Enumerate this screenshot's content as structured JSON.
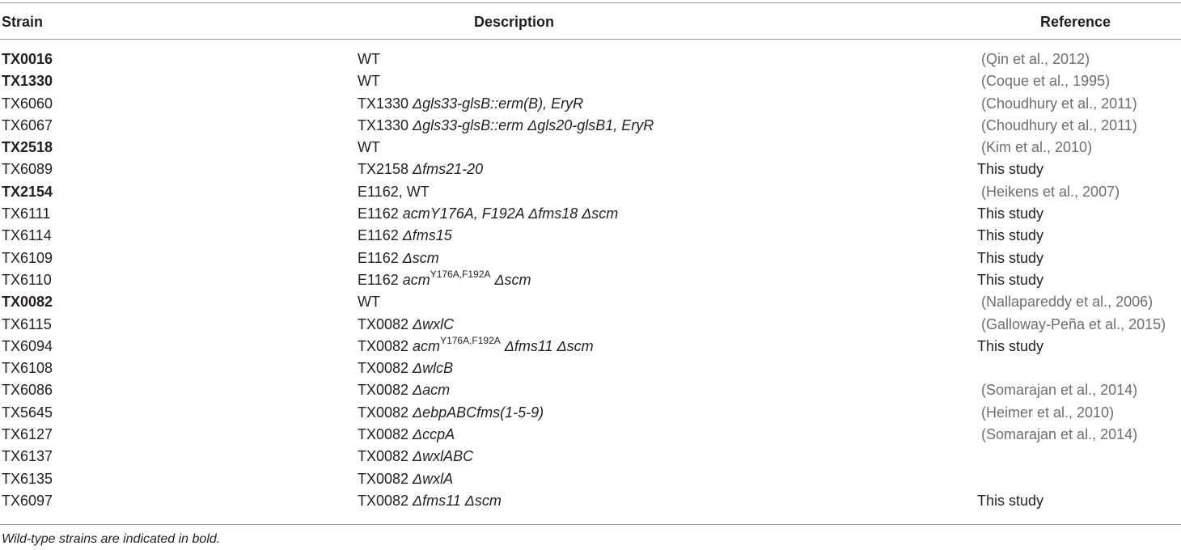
{
  "table": {
    "headers": {
      "strain": "Strain",
      "description": "Description",
      "reference": "Reference"
    },
    "rows": [
      {
        "strain": "TX0016",
        "bold": true,
        "desc_plain": "WT",
        "desc_italic": "",
        "desc_sup": "",
        "desc_italic2": "",
        "ref": "(Qin et al., 2012)",
        "ref_cite": true
      },
      {
        "strain": "TX1330",
        "bold": true,
        "desc_plain": "WT",
        "desc_italic": "",
        "desc_sup": "",
        "desc_italic2": "",
        "ref": "(Coque et al., 1995)",
        "ref_cite": true
      },
      {
        "strain": "TX6060",
        "bold": false,
        "desc_plain": "TX1330 ",
        "desc_italic": "Δgls33-glsB::erm(B), EryR",
        "desc_sup": "",
        "desc_italic2": "",
        "ref": "(Choudhury et al., 2011)",
        "ref_cite": true
      },
      {
        "strain": "TX6067",
        "bold": false,
        "desc_plain": "TX1330 ",
        "desc_italic": "Δgls33-glsB::erm Δgls20-glsB1, EryR",
        "desc_sup": "",
        "desc_italic2": "",
        "ref": "(Choudhury et al., 2011)",
        "ref_cite": true
      },
      {
        "strain": "TX2518",
        "bold": true,
        "desc_plain": "WT",
        "desc_italic": "",
        "desc_sup": "",
        "desc_italic2": "",
        "ref": "(Kim et al., 2010)",
        "ref_cite": true
      },
      {
        "strain": "TX6089",
        "bold": false,
        "desc_plain": "TX2158 ",
        "desc_italic": "Δfms21-20",
        "desc_sup": "",
        "desc_italic2": "",
        "ref": "This study",
        "ref_cite": false
      },
      {
        "strain": "TX2154",
        "bold": true,
        "desc_plain": "E1162, WT",
        "desc_italic": "",
        "desc_sup": "",
        "desc_italic2": "",
        "ref": "(Heikens et al., 2007)",
        "ref_cite": true
      },
      {
        "strain": "TX6111",
        "bold": false,
        "desc_plain": "E1162 ",
        "desc_italic": "acmY176A, F192A Δfms18 Δscm",
        "desc_sup": "",
        "desc_italic2": "",
        "ref": "This study",
        "ref_cite": false
      },
      {
        "strain": "TX6114",
        "bold": false,
        "desc_plain": "E1162 ",
        "desc_italic": "Δfms15",
        "desc_sup": "",
        "desc_italic2": "",
        "ref": "This study",
        "ref_cite": false
      },
      {
        "strain": "TX6109",
        "bold": false,
        "desc_plain": "E1162 ",
        "desc_italic": "Δscm",
        "desc_sup": "",
        "desc_italic2": "",
        "ref": "This study",
        "ref_cite": false
      },
      {
        "strain": "TX6110",
        "bold": false,
        "desc_plain": "E1162 ",
        "desc_italic": "acm",
        "desc_sup": "Y176A,F192A",
        "desc_italic2": " Δscm",
        "ref": "This study",
        "ref_cite": false
      },
      {
        "strain": "TX0082",
        "bold": true,
        "desc_plain": "WT",
        "desc_italic": "",
        "desc_sup": "",
        "desc_italic2": "",
        "ref": "(Nallapareddy et al., 2006)",
        "ref_cite": true
      },
      {
        "strain": "TX6115",
        "bold": false,
        "desc_plain": "TX0082 ",
        "desc_italic": "ΔwxlC",
        "desc_sup": "",
        "desc_italic2": "",
        "ref": "(Galloway-Peña et al., 2015)",
        "ref_cite": true
      },
      {
        "strain": "TX6094",
        "bold": false,
        "desc_plain": "TX0082 ",
        "desc_italic": "acm",
        "desc_sup": "Y176A,F192A",
        "desc_italic2": " Δfms11 Δscm",
        "ref": "This study",
        "ref_cite": false
      },
      {
        "strain": "TX6108",
        "bold": false,
        "desc_plain": "TX0082 ",
        "desc_italic": "ΔwlcB",
        "desc_sup": "",
        "desc_italic2": "",
        "ref": "",
        "ref_cite": false
      },
      {
        "strain": "TX6086",
        "bold": false,
        "desc_plain": "TX0082 ",
        "desc_italic": "Δacm",
        "desc_sup": "",
        "desc_italic2": "",
        "ref": "(Somarajan et al., 2014)",
        "ref_cite": true
      },
      {
        "strain": "TX5645",
        "bold": false,
        "desc_plain": "TX0082 ",
        "desc_italic": "ΔebpABCfms(1-5-9)",
        "desc_sup": "",
        "desc_italic2": "",
        "ref": "(Heimer et al., 2010)",
        "ref_cite": true
      },
      {
        "strain": "TX6127",
        "bold": false,
        "desc_plain": "TX0082 ",
        "desc_italic": "ΔccpA",
        "desc_sup": "",
        "desc_italic2": "",
        "ref": "(Somarajan et al., 2014)",
        "ref_cite": true
      },
      {
        "strain": "TX6137",
        "bold": false,
        "desc_plain": "TX0082 ",
        "desc_italic": "ΔwxlABC",
        "desc_sup": "",
        "desc_italic2": "",
        "ref": "",
        "ref_cite": false
      },
      {
        "strain": "TX6135",
        "bold": false,
        "desc_plain": "TX0082 ",
        "desc_italic": "ΔwxlA",
        "desc_sup": "",
        "desc_italic2": "",
        "ref": "",
        "ref_cite": false
      },
      {
        "strain": "TX6097",
        "bold": false,
        "desc_plain": "TX0082 ",
        "desc_italic": "Δfms11 Δscm",
        "desc_sup": "",
        "desc_italic2": "",
        "ref": "This study",
        "ref_cite": false
      }
    ],
    "footnote": "Wild-type strains are indicated in bold."
  },
  "colors": {
    "text": "#231f20",
    "citation": "#6d6e71",
    "rule": "#9a9a9a"
  }
}
